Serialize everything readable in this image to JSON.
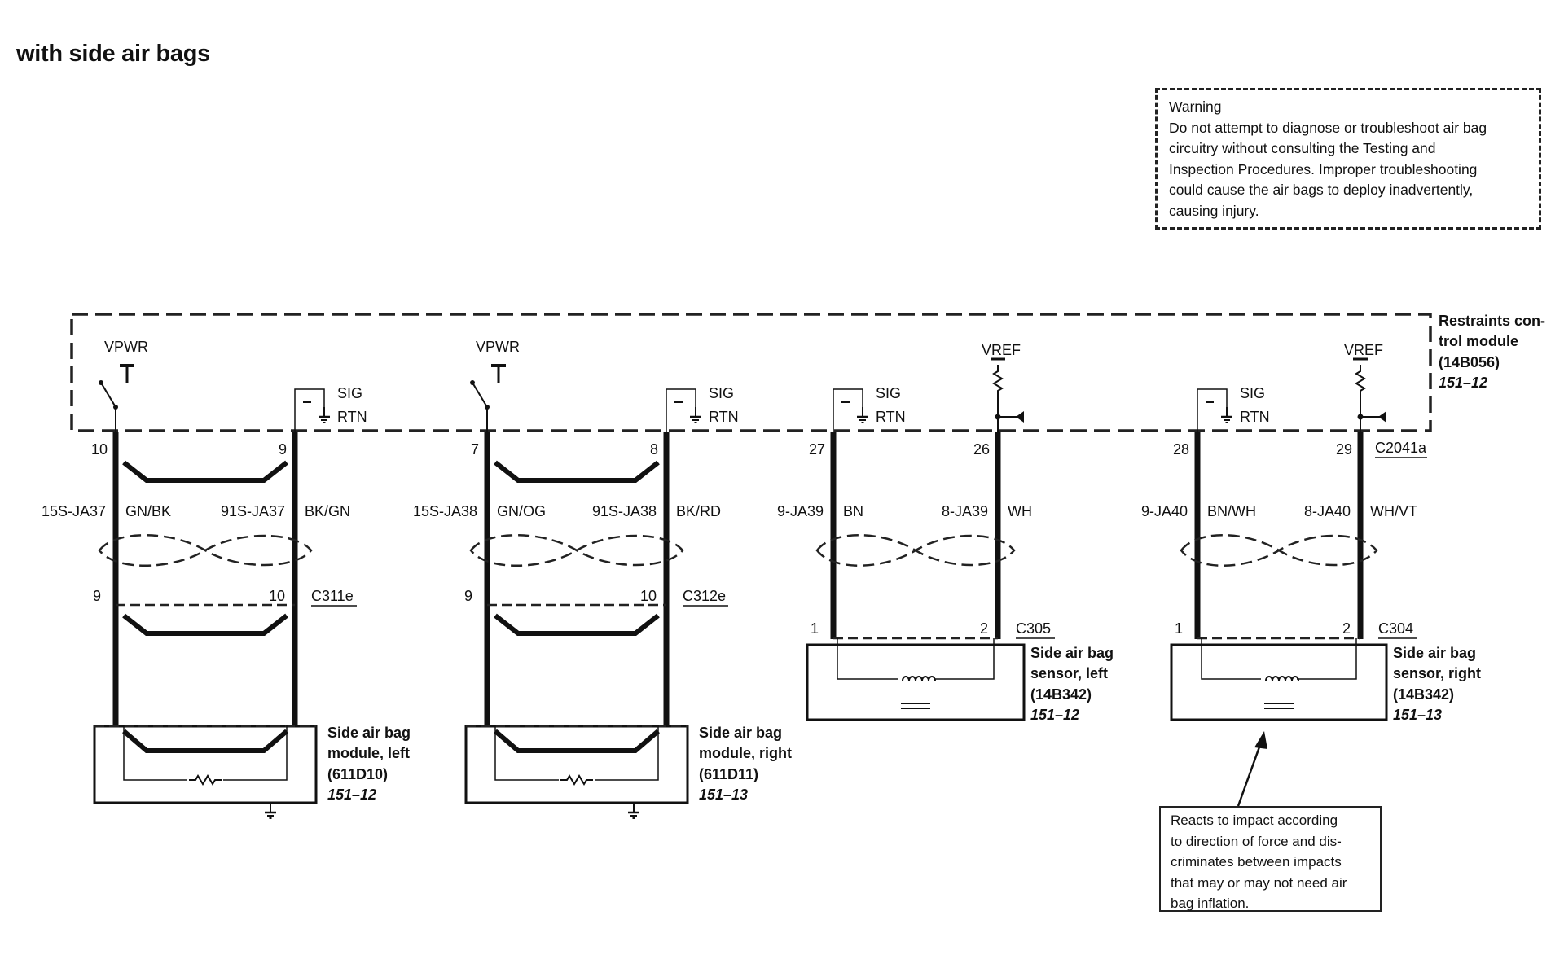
{
  "title": "with side air bags",
  "warning": {
    "heading": "Warning",
    "lines": [
      "Do not attempt to diagnose or troubleshoot air bag",
      "circuitry without consulting the Testing and",
      "Inspection Procedures. Improper troubleshooting",
      "could cause the air bags to deploy inadvertently,",
      "causing injury."
    ]
  },
  "note": {
    "lines": [
      "Reacts to impact according",
      "to direction of force and dis-",
      "criminates between impacts",
      "that may or may not need air",
      "bag inflation."
    ]
  },
  "rcm": {
    "lines": [
      "Restraints con-",
      "trol module",
      "(14B056)"
    ],
    "ref": "151–12",
    "connector": "C2041a"
  },
  "supply_labels": {
    "vpwr": "VPWR",
    "vref": "VREF",
    "sig": "SIG",
    "rtn": "RTN"
  },
  "circuits": [
    {
      "pin_a": "10",
      "pin_b": "9",
      "wire_a": "15S-JA37",
      "color_a": "GN/BK",
      "wire_b": "91S-JA37",
      "color_b": "BK/GN",
      "inline_pin_a": "9",
      "inline_pin_b": "10",
      "inline_conn": "C311e"
    },
    {
      "pin_a": "7",
      "pin_b": "8",
      "wire_a": "15S-JA38",
      "color_a": "GN/OG",
      "wire_b": "91S-JA38",
      "color_b": "BK/RD",
      "inline_pin_a": "9",
      "inline_pin_b": "10",
      "inline_conn": "C312e"
    },
    {
      "pin_a": "27",
      "pin_b": "26",
      "wire_a": "9-JA39",
      "color_a": "BN",
      "wire_b": "8-JA39",
      "color_b": "WH",
      "inline_pin_a": "1",
      "inline_pin_b": "2",
      "inline_conn": "C305"
    },
    {
      "pin_a": "28",
      "pin_b": "29",
      "wire_a": "9-JA40",
      "color_a": "BN/WH",
      "wire_b": "8-JA40",
      "color_b": "WH/VT",
      "inline_pin_a": "1",
      "inline_pin_b": "2",
      "inline_conn": "C304"
    }
  ],
  "components": [
    {
      "lines": [
        "Side air bag",
        "module, left",
        "(611D10)"
      ],
      "ref": "151–12"
    },
    {
      "lines": [
        "Side air bag",
        "module, right",
        "(611D11)"
      ],
      "ref": "151–13"
    },
    {
      "lines": [
        "Side air bag",
        "sensor, left",
        "(14B342)"
      ],
      "ref": "151–12"
    },
    {
      "lines": [
        "Side air bag",
        "sensor, right",
        "(14B342)"
      ],
      "ref": "151–13"
    }
  ]
}
